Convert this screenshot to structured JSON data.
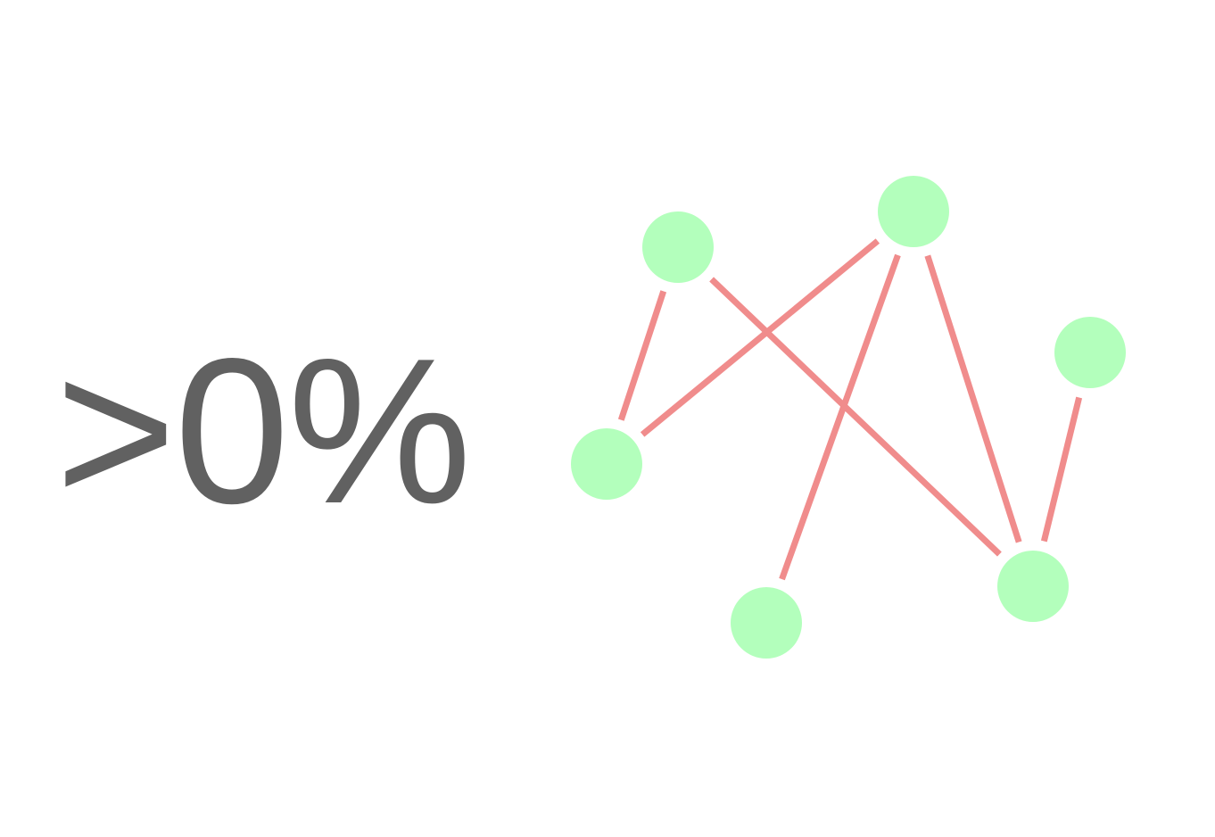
{
  "headline": {
    "text": ">0%"
  },
  "graph": {
    "node_color": "#b3ffbc",
    "edge_color": "#f08c8c",
    "nodes": [
      {
        "id": "n1"
      },
      {
        "id": "n2"
      },
      {
        "id": "n3"
      },
      {
        "id": "n4"
      },
      {
        "id": "n5"
      },
      {
        "id": "n6"
      }
    ],
    "edges": [
      {
        "from": "n1",
        "to": "n4"
      },
      {
        "from": "n1",
        "to": "n6"
      },
      {
        "from": "n2",
        "to": "n4"
      },
      {
        "from": "n2",
        "to": "n5"
      },
      {
        "from": "n2",
        "to": "n6"
      },
      {
        "from": "n3",
        "to": "n6"
      }
    ]
  }
}
